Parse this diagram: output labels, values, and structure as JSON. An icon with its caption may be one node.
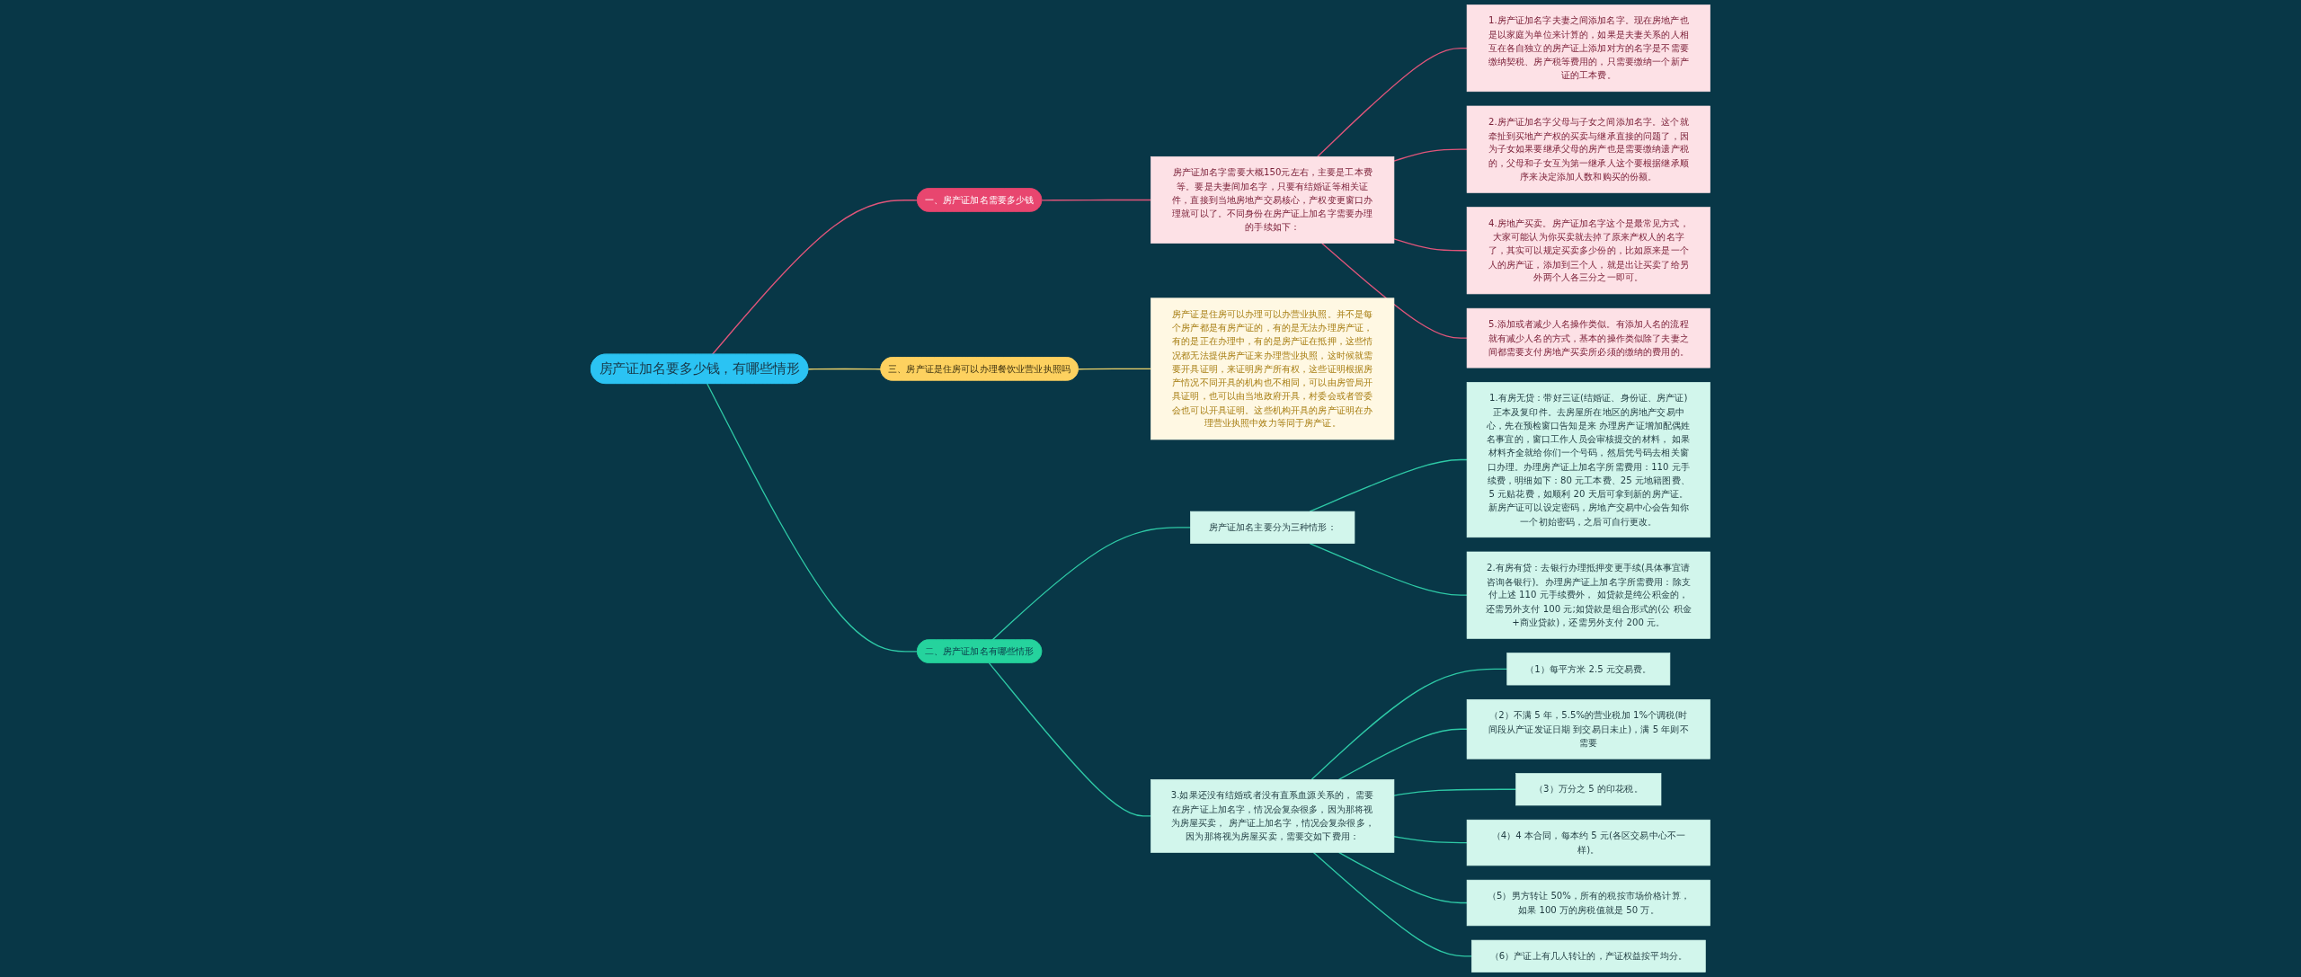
{
  "diagram": {
    "nodes": [
      {
        "text": [
          "房产证加名要多少钱，有哪些情形"
        ]
      },
      {
        "text": [
          "一、房产证加名需要多少钱"
        ]
      },
      {
        "text": [
          "二、房产证加名有哪些情形"
        ]
      },
      {
        "text": [
          "三、房产证是住房可以办理餐饮业营业执照吗"
        ]
      },
      {
        "text": [
          "房产证加名字需要大概150元左右，主要是工本费等。要是夫妻间加名字，只要有结婚证等相关证件，直接到当地房地产交易核心，产权变更窗口办理就可以了。不同身份在房产证上加名字需要办理的手续如下："
        ]
      },
      {
        "text": [
          "1.房产证加名字夫妻之间添加名字。现在房地产也是以家庭为单位来计算的，如果是夫妻关系的人相互在各自独立的房产证上添加对方的名字是不需要缴纳契税、房产税等费用的，只需要缴纳一个新产证的工本费。"
        ]
      },
      {
        "text": [
          "2.房产证加名字父母与子女之间添加名字。这个就牵扯到买地产产权的买卖与继承直接的问题了，因为子女如果要继承父母的房产也是需要缴纳遗产税的，父母和子女互为第一继承人这个要根据继承顺序来决定添加人数和购买的份额。"
        ]
      },
      {
        "text": [
          "4.房地产买卖。房产证加名字这个是最常见方式，大家可能认为你买卖就去掉了原来产权人的名字了，其实可以规定买卖多少份的，比如原来是一个人的房产证，添加到三个人，就是出让买卖了给另外两个人各三分之一即可。"
        ]
      },
      {
        "text": [
          "5.添加或者减少人名操作类似。有添加人名的流程就有减少人名的方式，基本的操作类似除了夫妻之间都需要支付房地产买卖所必须的缴纳的费用的。"
        ]
      },
      {
        "text": [
          "房产证加名主要分为三种情形："
        ]
      },
      {
        "text": [
          "1.有房无贷：带好三证(结婚证、身份证、房产证)正本及复印件。去房屋所在地区的房地产交易中心，先在预检窗口告知是来 办理房产证增加配偶姓名事宜的，窗口工作人员会审核提交的材料， 如果材料齐全就给你们一个号码，然后凭号码去相关窗口办理。办理房产证上加名字所需费用：110 元手续费，明细如下：80 元工本费、25 元地籍图费、5 元贴花费，如顺利 20 天后可拿到新的房产证。新房产证可以设定密码，房地产交易中心会告知你一个初始密码，之后可自行更改。"
        ]
      },
      {
        "text": [
          "2.有房有贷：去银行办理抵押变更手续(具体事宜请咨询各银行)。办理房产证上加名字所需费用：除支付上述 110 元手续费外， 如贷款是纯公积金的，还需另外支付 100 元;如贷款是组合形式的(公 积金+商业贷款)，还需另外支付 200 元。"
        ]
      },
      {
        "text": [
          "3.如果还没有结婚或者没有直系血源关系的， 需要在房产证上加名字，情况会复杂很多，因为那将视为房屋买卖， 房产证上加名字，情况会复杂很多，因为那将视为房屋买卖，需要交如下费用："
        ]
      },
      {
        "text": [
          "（1）每平方米 2.5 元交易费。"
        ]
      },
      {
        "text": [
          "（2）不满 5 年，5.5%的营业税加 1%个调税(时间段从产证发证日期 到交易日未止)，满 5 年则不需要"
        ]
      },
      {
        "text": [
          "（3）万分之 5 的印花税。"
        ]
      },
      {
        "text": [
          "（4）4 本合同，每本约 5 元(各区交易中心不一样)。"
        ]
      },
      {
        "text": [
          "（5）男方转让 50%，所有的税按市场价格计算，如果 100 万的房税值就是 50 万。"
        ]
      },
      {
        "text": [
          "（6）产证上有几人转让的，产证权益按平均分。"
        ]
      },
      {
        "text": [
          "房产证是住房可以办理可以办营业执照。并不是每个房产都是有房产证的，有的是无法办理房产证，有的是正在办理中，有的是房产证在抵押，这些情况都无法提供房产证来办理营业执照，这时候就需要开具证明，来证明房产所有权，这些证明根据房产情况不同开具的机构也不相同，可以由房管局开具证明，也可以由当地政府开具，村委会或者管委会也可以开具证明。这些机构开具的房产证明在办理营业执照中效力等同于房产证。"
        ]
      }
    ],
    "edges": [
      {
        "from": 0,
        "to": 1,
        "arrow": "none",
        "color": "#e0557a"
      },
      {
        "from": 1,
        "to": 4,
        "arrow": "none",
        "color": "#e0557a"
      },
      {
        "from": 4,
        "to": 5,
        "arrow": "none",
        "color": "#e0557a"
      },
      {
        "from": 4,
        "to": 6,
        "arrow": "none",
        "color": "#e0557a"
      },
      {
        "from": 4,
        "to": 7,
        "arrow": "none",
        "color": "#e0557a"
      },
      {
        "from": 4,
        "to": 8,
        "arrow": "none",
        "color": "#e0557a"
      },
      {
        "from": 0,
        "to": 2,
        "arrow": "none"
      },
      {
        "from": 2,
        "to": 9,
        "arrow": "none"
      },
      {
        "from": 9,
        "to": 10,
        "arrow": "none"
      },
      {
        "from": 9,
        "to": 11,
        "arrow": "none"
      },
      {
        "from": 2,
        "to": 12,
        "arrow": "none"
      },
      {
        "from": 12,
        "to": 13,
        "arrow": "none"
      },
      {
        "from": 12,
        "to": 14,
        "arrow": "none"
      },
      {
        "from": 12,
        "to": 15,
        "arrow": "none"
      },
      {
        "from": 12,
        "to": 16,
        "arrow": "none"
      },
      {
        "from": 12,
        "to": 17,
        "arrow": "none"
      },
      {
        "from": 12,
        "to": 18,
        "arrow": "none"
      },
      {
        "from": 0,
        "to": 3,
        "arrow": "none",
        "color": "#f2d56b"
      },
      {
        "from": 3,
        "to": 19,
        "arrow": "none",
        "color": "#f2d56b"
      }
    ]
  }
}
